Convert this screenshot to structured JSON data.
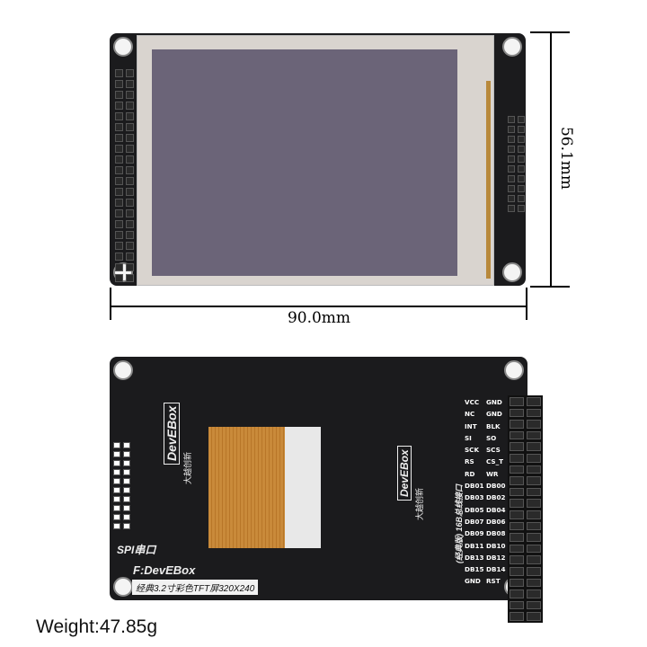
{
  "dimensions": {
    "height_label": "56.1mm",
    "width_label": "90.0mm"
  },
  "front": {
    "screen_color": "#6b6478",
    "board_color": "#1b1b1d"
  },
  "back": {
    "brand": "DevEBox",
    "brand_cn": "大越创新",
    "spi_label": "SPI串口",
    "model": "F:DevEBox",
    "product_label": "经典3.2寸彩色TFT屏320X240",
    "bus_label": "(经典版) 16B总线接口",
    "flex_color": "#c98a3a",
    "pin_labels": [
      [
        "VCC",
        "GND"
      ],
      [
        "NC",
        "GND"
      ],
      [
        "INT",
        "BLK"
      ],
      [
        "SI",
        "SO"
      ],
      [
        "SCK",
        "SCS"
      ],
      [
        "RS",
        "CS_T"
      ],
      [
        "RD",
        "WR"
      ],
      [
        "DB01",
        "DB00"
      ],
      [
        "DB03",
        "DB02"
      ],
      [
        "DB05",
        "DB04"
      ],
      [
        "DB07",
        "DB06"
      ],
      [
        "DB09",
        "DB08"
      ],
      [
        "DB11",
        "DB10"
      ],
      [
        "DB13",
        "DB12"
      ],
      [
        "DB15",
        "DB14"
      ],
      [
        "GND",
        "RST"
      ]
    ]
  },
  "weight": "Weight:47.85g"
}
